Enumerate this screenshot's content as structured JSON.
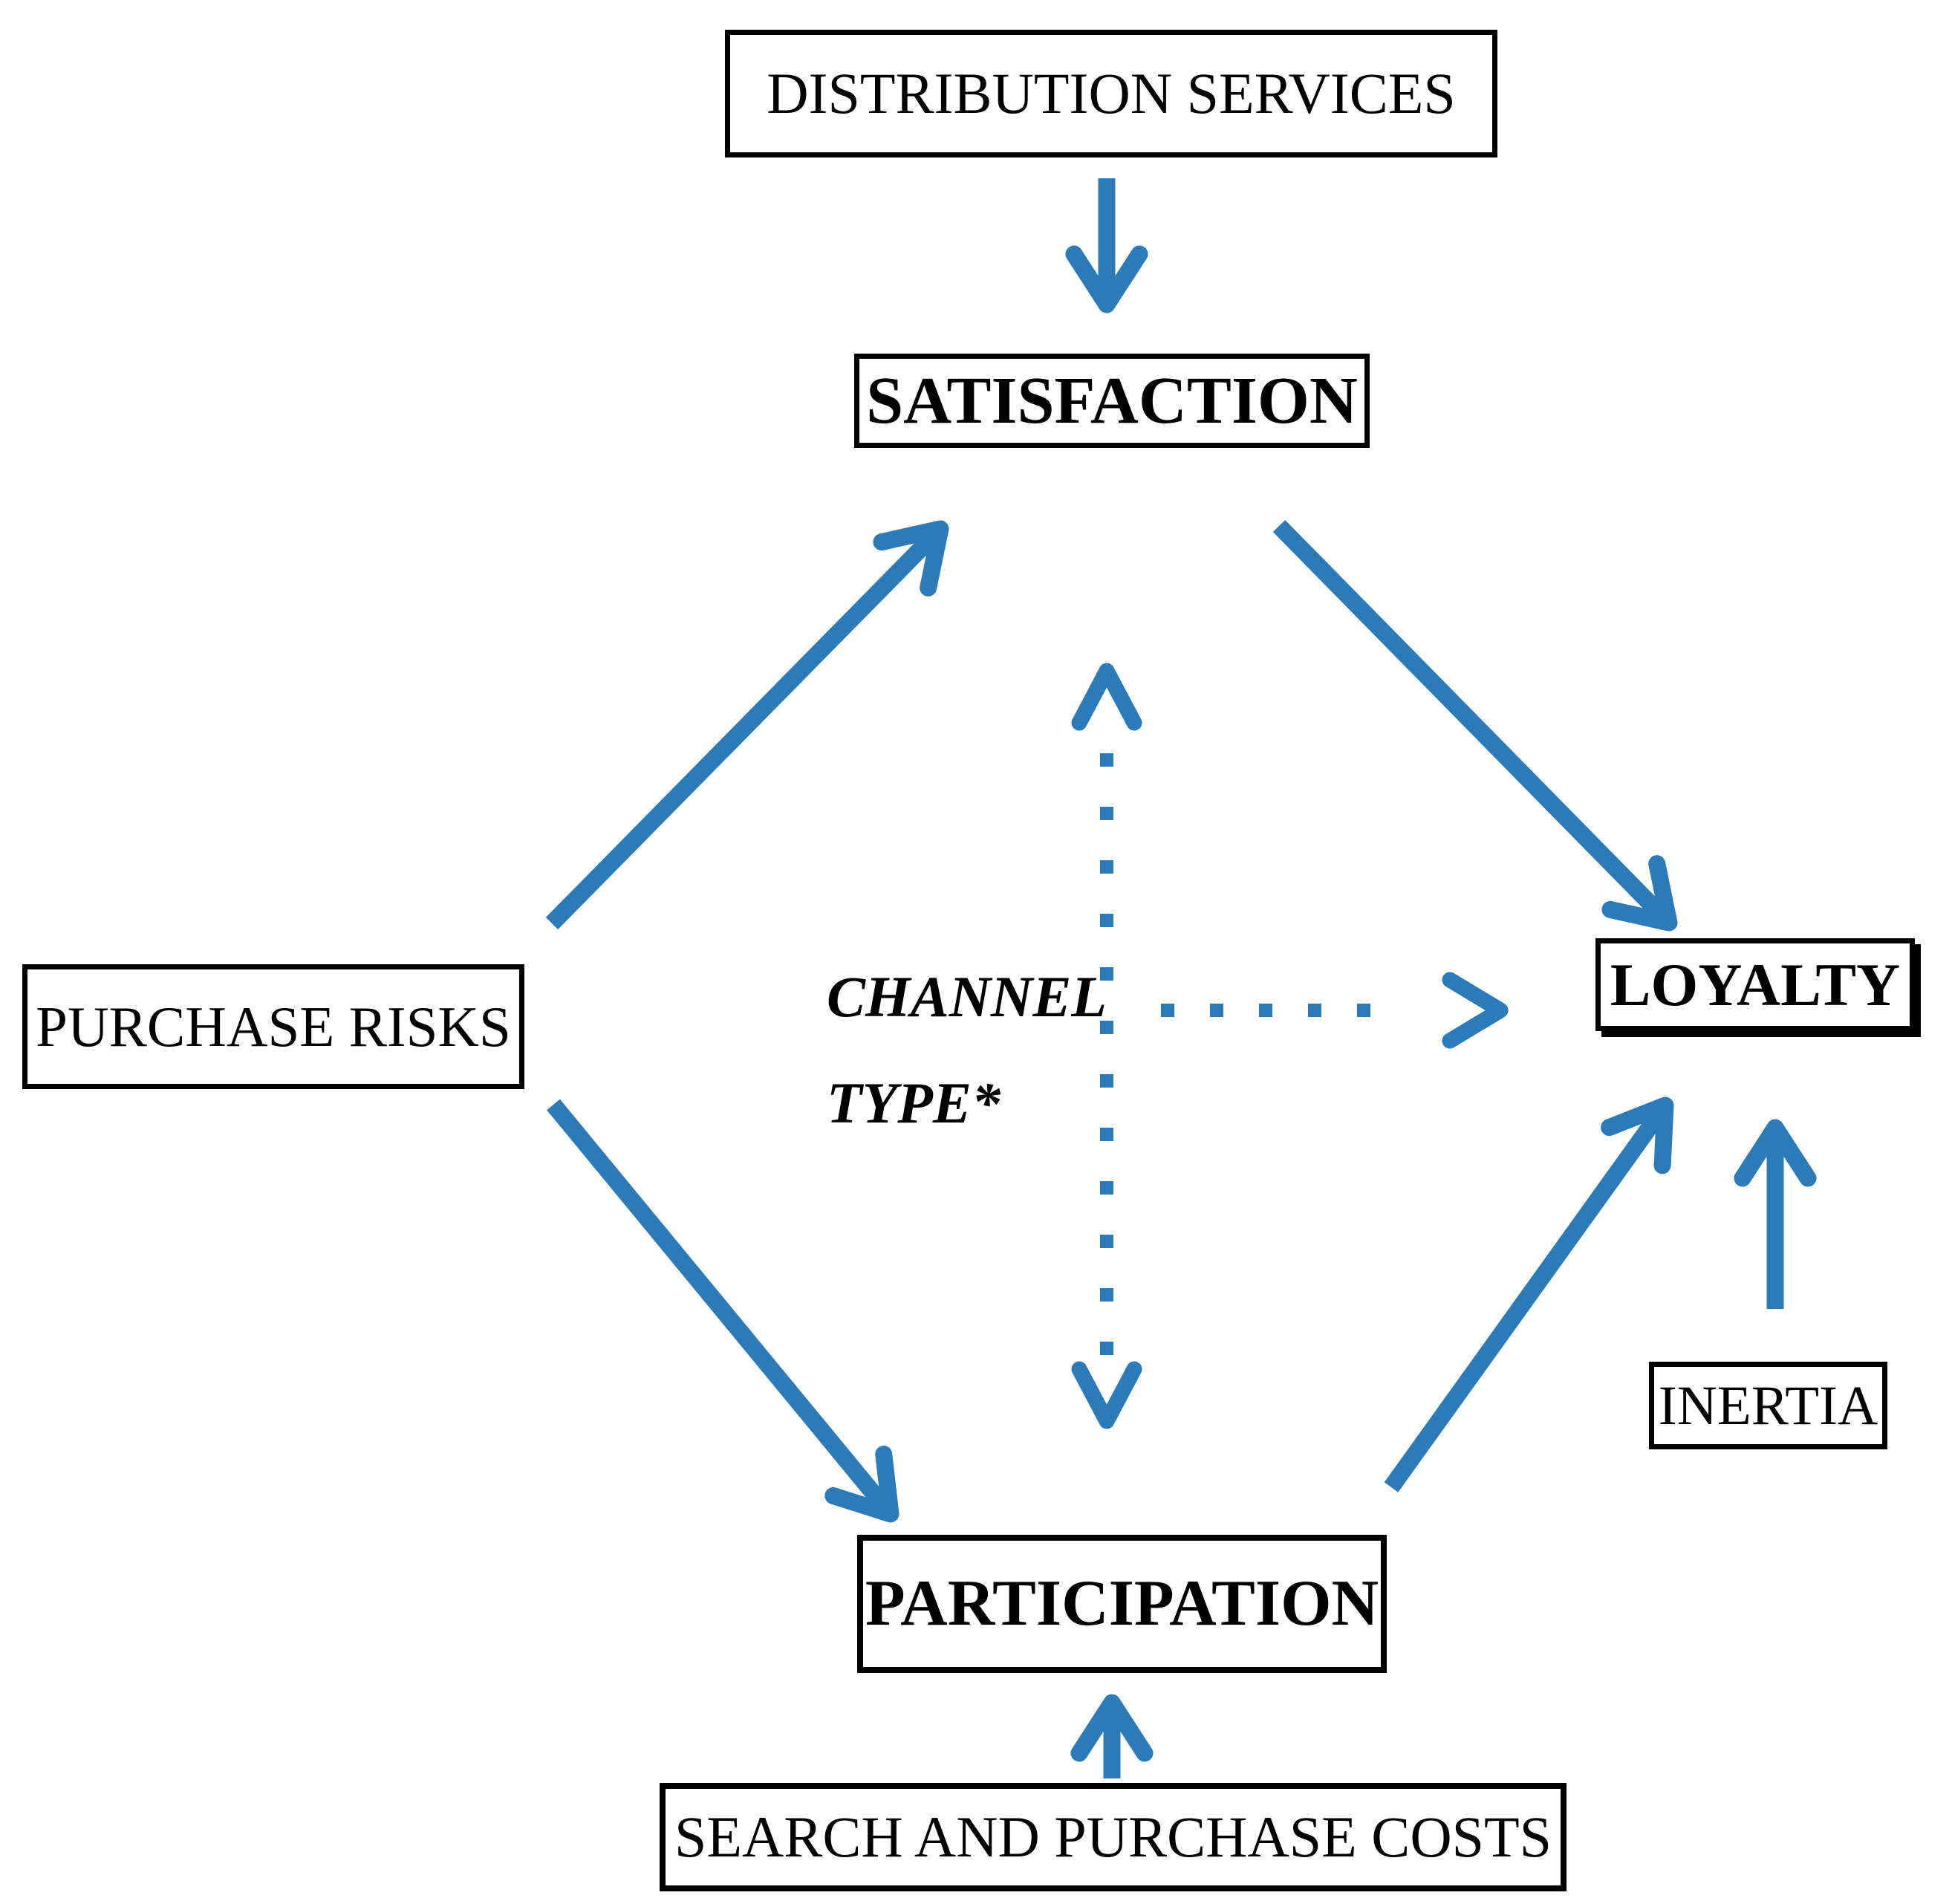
{
  "figure": {
    "background": "#FFFFFF",
    "colors": {
      "arrow": "#2D7AB8",
      "box_border": "#000000",
      "text": "#000000"
    },
    "nodes": {
      "distribution_services": {
        "label": "DISTRIBUTION SERVICES"
      },
      "satisfaction": {
        "label": "SATISFACTION"
      },
      "purchase_risks": {
        "label": "PURCHASE RISKS"
      },
      "channel_type": {
        "line1": "CHANNEL",
        "line2": "TYPE*"
      },
      "loyalty": {
        "label": "LOYALTY"
      },
      "inertia": {
        "label": "INERTIA"
      },
      "participation": {
        "label": "PARTICIPATION"
      },
      "search_and_purchase_costs": {
        "label": "SEARCH AND PURCHASE COSTS"
      }
    },
    "edges": [
      {
        "from": "distribution_services",
        "to": "satisfaction",
        "style": "solid"
      },
      {
        "from": "purchase_risks",
        "to": "satisfaction",
        "style": "solid"
      },
      {
        "from": "satisfaction",
        "to": "loyalty",
        "style": "solid"
      },
      {
        "from": "purchase_risks",
        "to": "participation",
        "style": "solid"
      },
      {
        "from": "participation",
        "to": "loyalty",
        "style": "solid"
      },
      {
        "from": "inertia",
        "to": "loyalty",
        "style": "solid"
      },
      {
        "from": "search_and_purchase_costs",
        "to": "participation",
        "style": "solid"
      },
      {
        "from": "channel_type",
        "to": "satisfaction",
        "style": "dotted"
      },
      {
        "from": "channel_type",
        "to": "participation",
        "style": "dotted"
      },
      {
        "from": "channel_type",
        "to": "loyalty",
        "style": "dotted"
      }
    ]
  }
}
